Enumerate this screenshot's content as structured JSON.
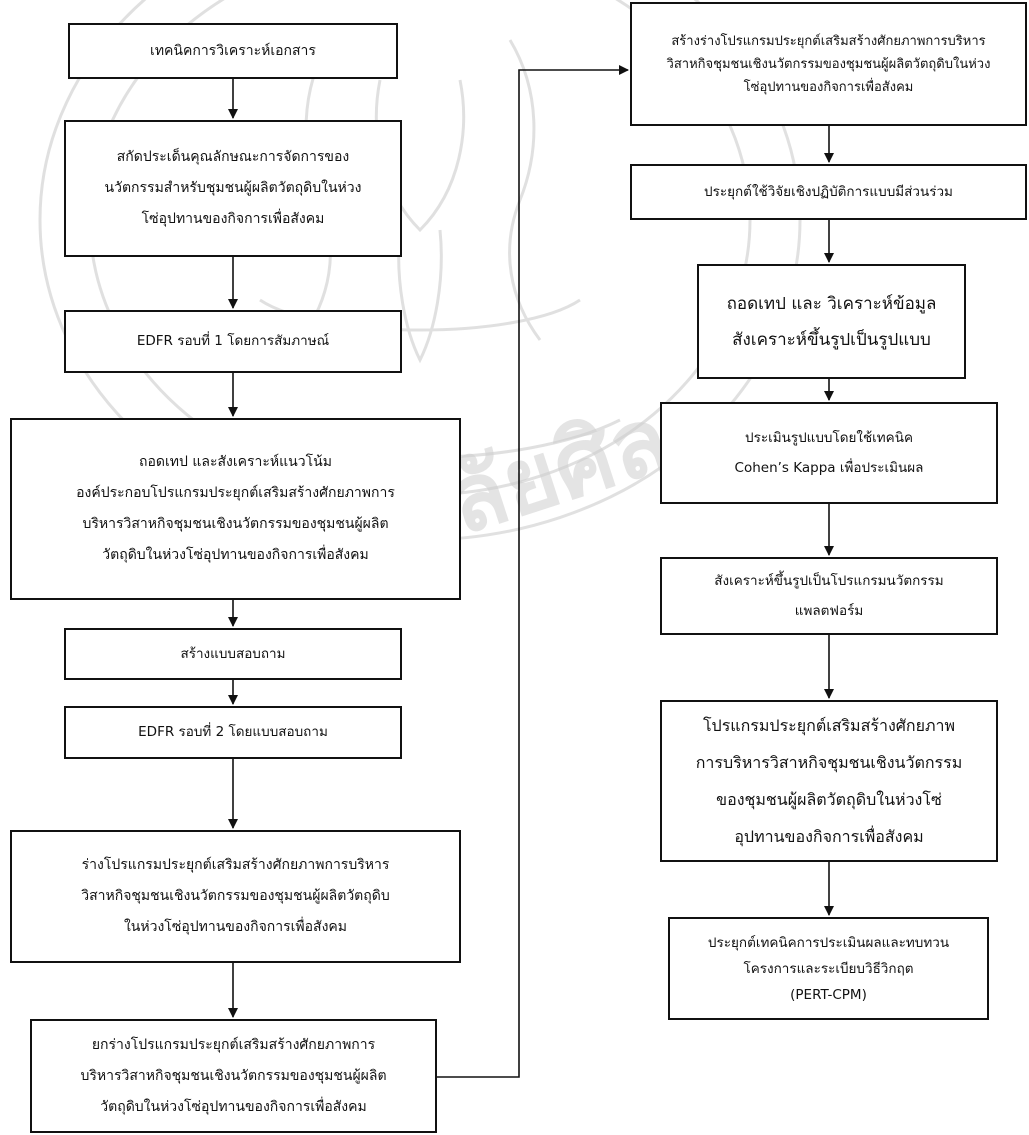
{
  "steps": [
    {
      "lines": [
        "เทคนิคการวิเคราะห์เอกสาร"
      ]
    },
    {
      "lines": [
        "สกัดประเด็นคุณลักษณะการจัดการของ",
        "นวัตกรรมสำหรับชุมชนผู้ผลิตวัตถุดิบในห่วง",
        "โซ่อุปทานของกิจการเพื่อสังคม"
      ]
    },
    {
      "lines": [
        "EDFR รอบที่ 1 โดยการสัมภาษณ์"
      ]
    },
    {
      "lines": [
        "ถอดเทป และสังเคราะห์แนวโน้ม",
        "องค์ประกอบโปรแกรมประยุกต์เสริมสร้างศักยภาพการ",
        "บริหารวิสาหกิจชุมชนเชิงนวัตกรรมของชุมชนผู้ผลิต",
        "วัตถุดิบในห่วงโซ่อุปทานของกิจการเพื่อสังคม"
      ]
    },
    {
      "lines": [
        "สร้างแบบสอบถาม"
      ]
    },
    {
      "lines": [
        "EDFR รอบที่ 2 โดยแบบสอบถาม"
      ]
    },
    {
      "lines": [
        "ร่างโปรแกรมประยุกต์เสริมสร้างศักยภาพการบริหาร",
        "วิสาหกิจชุมชนเชิงนวัตกรรมของชุมชนผู้ผลิตวัตถุดิบ",
        "ในห่วงโซ่อุปทานของกิจการเพื่อสังคม"
      ]
    },
    {
      "lines": [
        "ยกร่างโปรแกรมประยุกต์เสริมสร้างศักยภาพการ",
        "บริหารวิสาหกิจชุมชนเชิงนวัตกรรมของชุมชนผู้ผลิต",
        "วัตถุดิบในห่วงโซ่อุปทานของกิจการเพื่อสังคม"
      ]
    },
    {
      "lines": [
        "สร้างร่างโปรแกรมประยุกต์เสริมสร้างศักยภาพการบริหาร",
        "วิสาหกิจชุมชนเชิงนวัตกรรมของชุมชนผู้ผลิตวัตถุดิบในห่วง",
        "โซ่อุปทานของกิจการเพื่อสังคม"
      ]
    },
    {
      "lines": [
        "ประยุกต์ใช้วิจัยเชิงปฏิบัติการแบบมีส่วนร่วม"
      ]
    },
    {
      "lines": [
        "ถอดเทป และ วิเคราะห์ข้อมูล",
        "สังเคราะห์ขึ้นรูปเป็นรูปแบบ"
      ]
    },
    {
      "lines": [
        "ประเมินรูปแบบโดยใช้เทคนิค",
        "Cohen’s Kappa เพื่อประเมินผล"
      ]
    },
    {
      "lines": [
        "สังเคราะห์ขึ้นรูปเป็นโปรแกรมนวัตกรรม",
        "แพลตฟอร์ม"
      ]
    },
    {
      "lines": [
        "โปรแกรมประยุกต์เสริมสร้างศักยภาพ",
        "การบริหารวิสาหกิจชุมชนเชิงนวัตกรรม",
        "ของชุมชนผู้ผลิตวัตถุดิบในห่วงโซ่",
        "อุปทานของกิจการเพื่อสังคม"
      ]
    },
    {
      "lines": [
        "ประยุกต์เทคนิคการประเมินผลและทบทวน",
        "โครงการและระเบียบวิธีวิกฤต",
        "(PERT-CPM)"
      ]
    }
  ],
  "watermark": {
    "text": "ยาลัยศิล"
  }
}
